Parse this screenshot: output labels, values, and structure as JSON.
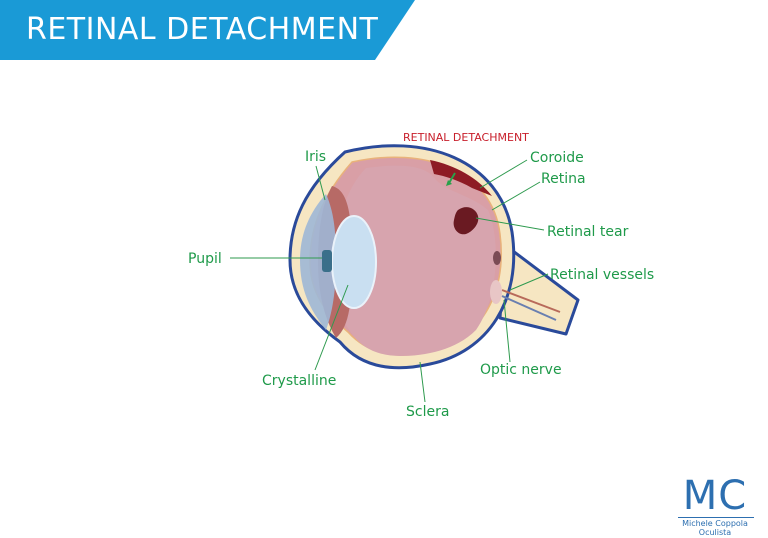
{
  "title": "RETINAL DETACHMENT",
  "diagram": {
    "subtitle": "RETINAL DETACHMENT",
    "labels": {
      "iris": "Iris",
      "coroide": "Coroide",
      "retina": "Retina",
      "retinal_tear": "Retinal tear",
      "pupil": "Pupil",
      "retinal_vessels": "Retinal vessels",
      "crystalline": "Crystalline",
      "optic_nerve": "Optic nerve",
      "sclera": "Sclera"
    }
  },
  "logo": {
    "mark": "MC",
    "name": "Michele Coppola",
    "role": "Oculista"
  },
  "colors": {
    "banner": "#1a9ad6",
    "label_green": "#1f9a4a",
    "label_red": "#c8202c",
    "outline": "#2a4a9a",
    "vitreous": "#d7a4ae",
    "choroid": "#8e1b24",
    "brand": "#2d6fb0"
  }
}
